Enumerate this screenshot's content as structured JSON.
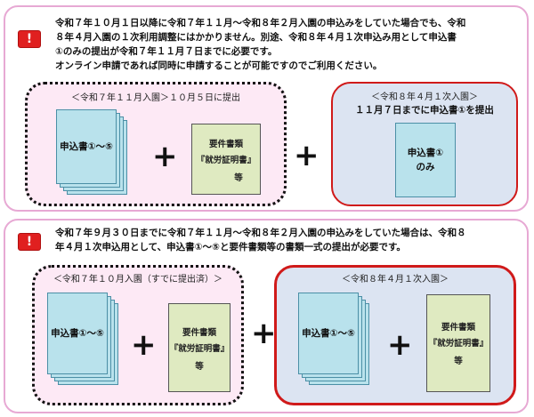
{
  "section1": {
    "alert": "!",
    "notice": "令和７年１０月１日以降に令和７年１１月～令和８年２月入園の申込みをしていた場合でも、令和\n８年４月入園の１次利用調整にはかかりません。別途、令和８年４月１次申込み用として申込書\n①のみの提出が令和７年１１月７日までに必要です。\nオンライン申請であれば同時に申請することが可能ですのでご利用ください。",
    "group_left": {
      "title": "＜令和７年１１月入園＞１０月５日に提出",
      "form_label": "申込書①～⑤",
      "doc_title": "要件書類",
      "doc_sub": "『就労証明書』",
      "doc_suffix": "等"
    },
    "group_right": {
      "title": "＜令和８年４月１次入園＞",
      "deadline": "１１月７日までに申込書①を提出",
      "form_label": "申込書①\nのみ"
    },
    "plus": "+"
  },
  "section2": {
    "alert": "!",
    "notice": "令和７年９月３０日までに令和７年１１月～令和８年２月入園の申込みをしていた場合は、令和８\n年４月１次申込用として、申込書①～⑤と要件書類等の書類一式の提出が必要です。",
    "group_left": {
      "title": "＜令和７年１０月入園（すでに提出済）＞",
      "form_label": "申込書①～⑤",
      "doc_title": "要件書類",
      "doc_sub": "『就労証明書』",
      "doc_suffix": "等"
    },
    "group_right": {
      "title": "＜令和８年４月１次入園＞",
      "form_label": "申込書①～⑤",
      "doc_title": "要件書類",
      "doc_sub": "『就労証明書』",
      "doc_suffix": "等"
    },
    "plus": "+"
  },
  "colors": {
    "panel_border": "#e7a9d4",
    "alert_red": "#e02020",
    "group_pink": "#fde9f5",
    "group_blue": "#dce4f2",
    "group_red_border": "#d01a1a",
    "form_blue": "#b9e2ec",
    "doc_green": "#dfeac1"
  }
}
